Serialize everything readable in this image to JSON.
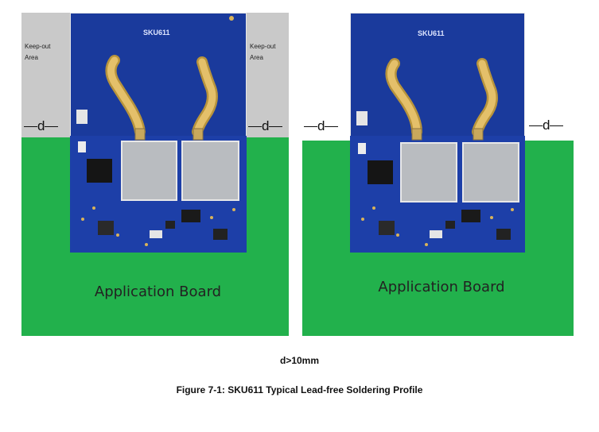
{
  "left_panel": {
    "keepout_label": [
      "Keep-out",
      "Area"
    ],
    "keepout_label_right": [
      "Keep-out",
      "Area"
    ],
    "module_label": "SKU611",
    "d_left": "d",
    "d_right": "d",
    "board_label": "Application Board"
  },
  "right_panel": {
    "module_label": "SKU611",
    "d_left": "d",
    "d_right": "d",
    "board_label": "Application Board"
  },
  "condition": "d>10mm",
  "caption": "Figure 7-1: SKU611 Typical Lead-free Soldering Profile",
  "colors": {
    "pcb_blue": "#1a3a9c",
    "board_green": "#22b14c",
    "keepout_gray": "#c9c9c9",
    "antenna_gold": "#d9b35a",
    "shield_gray": "#b9bcc0"
  }
}
